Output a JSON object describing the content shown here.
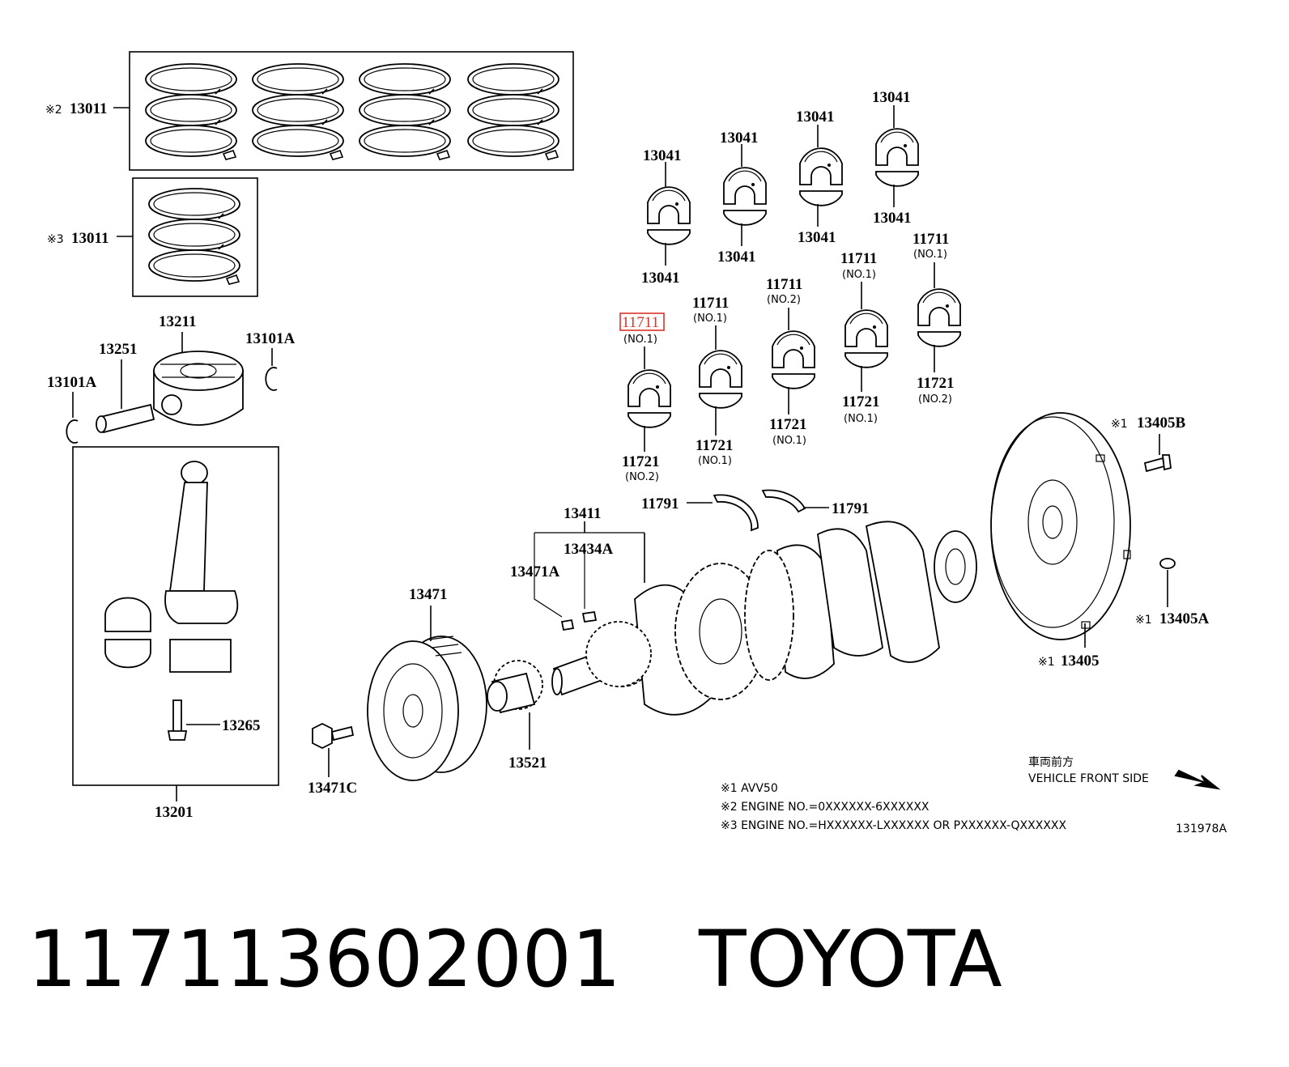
{
  "diagram": {
    "labels": {
      "p13011a": "13011",
      "p13011a_mark": "※2",
      "p13011b": "13011",
      "p13011b_mark": "※3",
      "p13211": "13211",
      "p13251": "13251",
      "p13101a_l": "13101A",
      "p13101a_r": "13101A",
      "p13201": "13201",
      "p13265": "13265",
      "p13471": "13471",
      "p13471c": "13471C",
      "p13521": "13521",
      "p13411": "13411",
      "p13434a": "13434A",
      "p13471a": "13471A",
      "p13041_1": "13041",
      "p13041_2": "13041",
      "p13041_3": "13041",
      "p13041_4": "13041",
      "p13041_5": "13041",
      "p13041_6": "13041",
      "p13041_7": "13041",
      "p13041_8": "13041",
      "p11711_hl": "11711",
      "p11711_hl_sub": "(NO.1)",
      "p11711_2": "11711",
      "p11711_2_sub": "(NO.1)",
      "p11711_3": "11711",
      "p11711_3_sub": "(NO.2)",
      "p11711_4": "11711",
      "p11711_4_sub": "(NO.1)",
      "p11711_5": "11711",
      "p11711_5_sub": "(NO.1)",
      "p11721_1": "11721",
      "p11721_1_sub": "(NO.2)",
      "p11721_2": "11721",
      "p11721_2_sub": "(NO.1)",
      "p11721_3": "11721",
      "p11721_3_sub": "(NO.1)",
      "p11721_4": "11721",
      "p11721_4_sub": "(NO.1)",
      "p11721_5": "11721",
      "p11721_5_sub": "(NO.2)",
      "p11791_l": "11791",
      "p11791_r": "11791",
      "p13405b": "13405B",
      "p13405b_mark": "※1",
      "p13405a": "13405A",
      "p13405a_mark": "※1",
      "p13405": "13405",
      "p13405_mark": "※1"
    },
    "notes": {
      "direction_jp": "車両前方",
      "direction_en": "VEHICLE FRONT SIDE",
      "note1": "※1 AVV50",
      "note2": "※2 ENGINE NO.=0XXXXXX-6XXXXXX",
      "note3": "※3 ENGINE NO.=HXXXXXX-LXXXXXX OR PXXXXXX-QXXXXXX",
      "diagram_id": "131978A"
    },
    "highlight_color": "#d9342b"
  },
  "caption": {
    "part_number": "117113602001",
    "brand": "TOYOTA"
  }
}
